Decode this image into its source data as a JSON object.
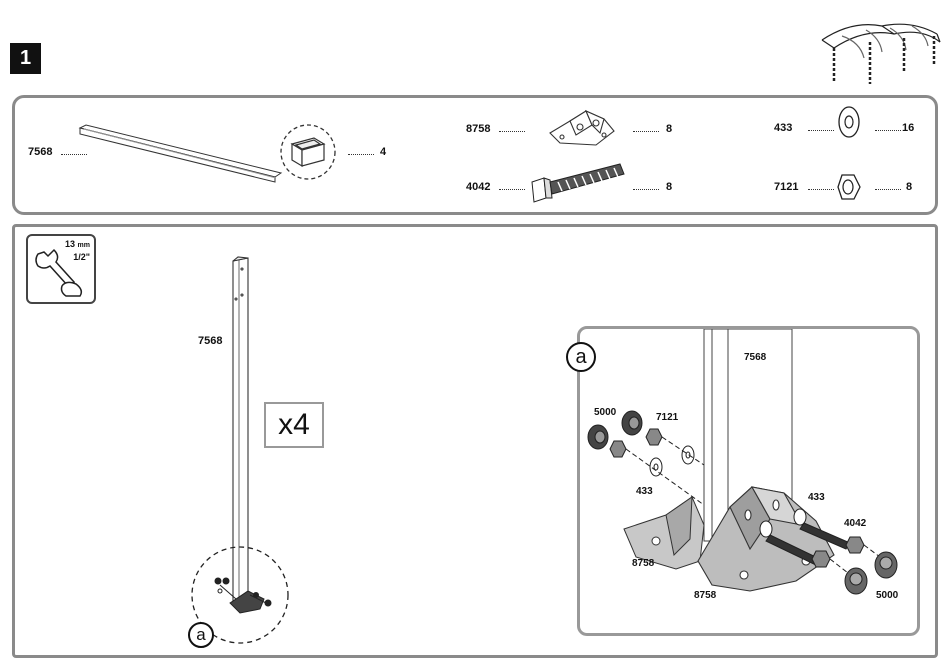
{
  "step": {
    "number": "1"
  },
  "parts": [
    {
      "code": "7568",
      "qty": "4",
      "icon": "post-tube-icon"
    },
    {
      "code": "8758",
      "qty": "8",
      "icon": "base-bracket-icon"
    },
    {
      "code": "4042",
      "qty": "8",
      "icon": "bolt-icon"
    },
    {
      "code": "433",
      "qty": "16",
      "icon": "washer-icon"
    },
    {
      "code": "7121",
      "qty": "8",
      "icon": "hex-nut-icon"
    }
  ],
  "tool": {
    "size_mm": "13",
    "unit_mm": "mm",
    "size_in": "1/2\"",
    "icon": "wrench-icon"
  },
  "main": {
    "post_label": "7568",
    "multiplier": "x4",
    "callout": "a"
  },
  "detail": {
    "callout": "a",
    "labels": {
      "post": "7568",
      "cap_left": "5000",
      "nut": "7121",
      "washer_left": "433",
      "washer_right": "433",
      "bolt": "4042",
      "bracket_left": "8758",
      "bracket_right": "8758",
      "cap_right": "5000"
    }
  }
}
